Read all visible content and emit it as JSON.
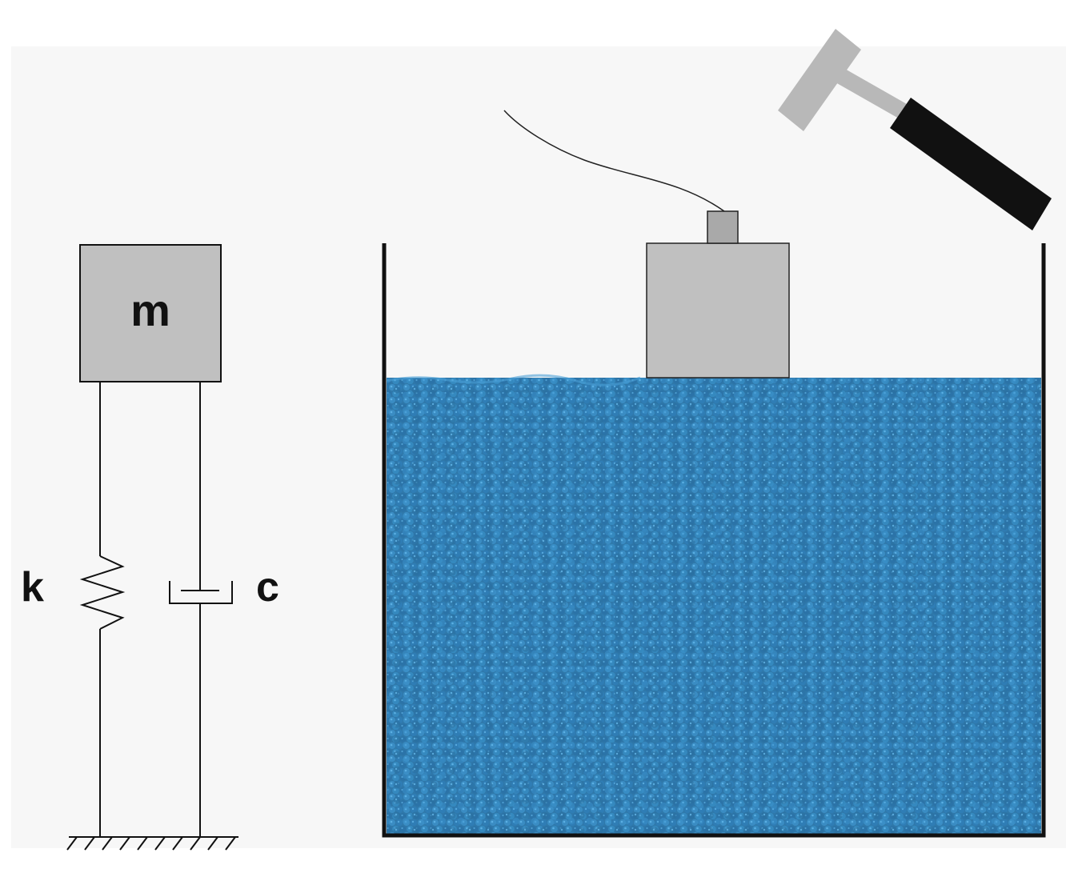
{
  "labels": {
    "mass": "m",
    "spring": "k",
    "damper": "c"
  },
  "colors": {
    "background_band": "#f6f6f6",
    "line": "#111111",
    "mass_fill": "#c0c0c0",
    "particle_base": "#2f78aa",
    "particle_highlight": "#4a9fd6",
    "particle_shadow": "#1f5a84",
    "hammer_head": "#b8b8b8",
    "hammer_handle": "#111111",
    "sensor_fill": "#c0c0c0"
  },
  "icons": {
    "hammer": "impact-hammer-icon",
    "sensor": "accelerometer-sensor-icon"
  }
}
